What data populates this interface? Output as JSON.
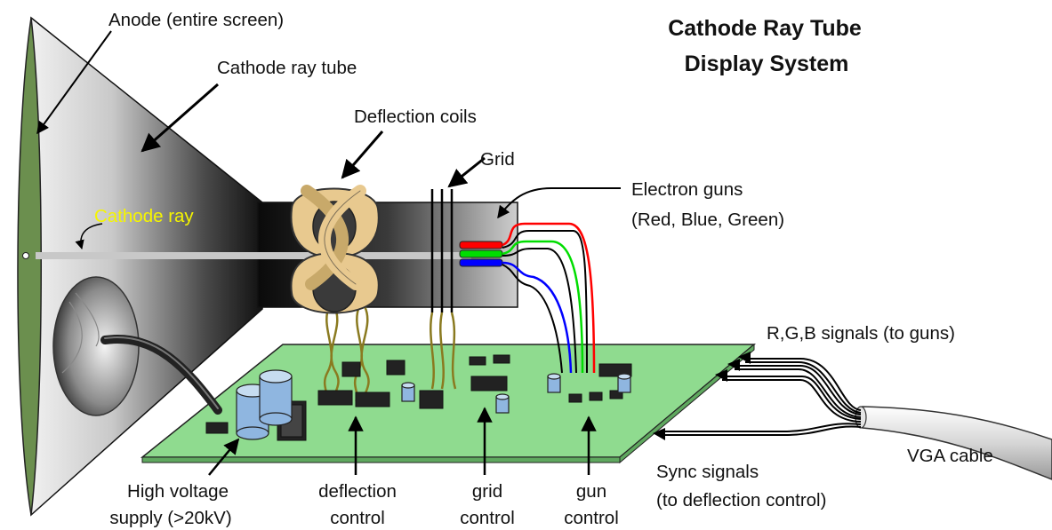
{
  "title": {
    "line1": "Cathode Ray Tube",
    "line2": "Display System"
  },
  "labels": {
    "anode": "Anode (entire screen)",
    "tube": "Cathode ray tube",
    "coils": "Deflection coils",
    "grid": "Grid",
    "cathode_ray": "Cathode ray",
    "guns_line1": "Electron guns",
    "guns_line2": "(Red, Blue, Green)",
    "rgb": "R,G,B signals (to guns)",
    "sync_line1": "Sync signals",
    "sync_line2": "(to deflection control)",
    "vga": "VGA cable",
    "hv_line1": "High voltage",
    "hv_line2": "supply (>20kV)",
    "defl_line1": "deflection",
    "defl_line2": "control",
    "grid_ctrl_line1": "grid",
    "grid_ctrl_line2": "control",
    "gun_ctrl_line1": "gun",
    "gun_ctrl_line2": "control"
  },
  "colors": {
    "screen_edge": "#6b8f4e",
    "board": "#8fdb8f",
    "coil": "#e8c98f",
    "cathode_ray_text": "#f5f500",
    "wire_red": "#ff0000",
    "wire_green": "#00dd00",
    "wire_blue": "#0000ff",
    "capacitor": "#8fb6e0",
    "grid_lead": "#8a7a20"
  }
}
